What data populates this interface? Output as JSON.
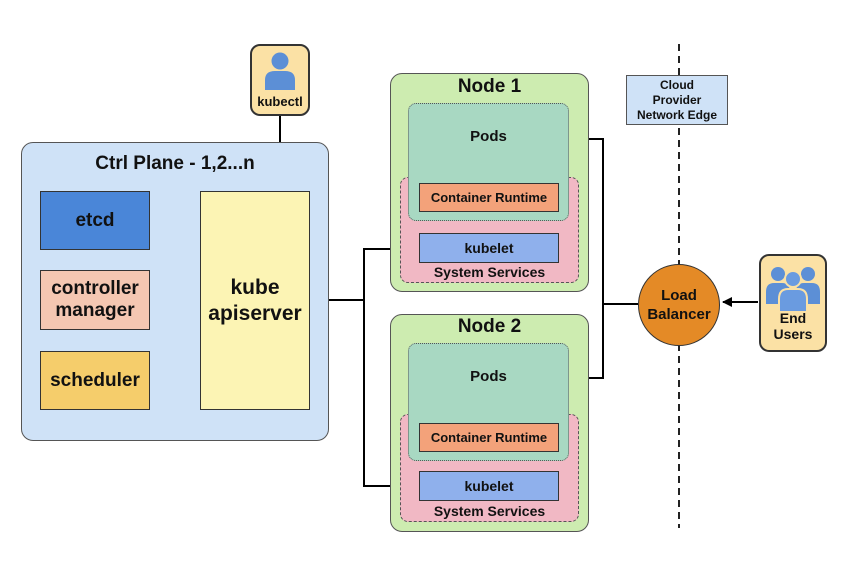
{
  "control_plane": {
    "title": "Ctrl Plane - 1,2...n",
    "etcd": "etcd",
    "controller_manager": {
      "line1": "controller",
      "line2": "manager"
    },
    "scheduler": "scheduler",
    "apiserver": {
      "line1": "kube",
      "line2": "apiserver"
    }
  },
  "kubectl": {
    "label": "kubectl",
    "icon": "person-icon"
  },
  "nodes": [
    {
      "title": "Node 1",
      "pods": "Pods",
      "container_runtime": "Container Runtime",
      "kubelet": "kubelet",
      "system_services": "System Services"
    },
    {
      "title": "Node 2",
      "pods": "Pods",
      "container_runtime": "Container Runtime",
      "kubelet": "kubelet",
      "system_services": "System Services"
    }
  ],
  "cloud_edge": {
    "line1": "Cloud",
    "line2": "Provider",
    "line3": "Network Edge"
  },
  "load_balancer": {
    "line1": "Load",
    "line2": "Balancer"
  },
  "end_users": {
    "line1": "End",
    "line2": "Users",
    "icon": "users-group-icon"
  },
  "colors": {
    "ctrl_plane_bg": "#cfe2f7",
    "etcd": "#4a86d8",
    "controller_manager": "#f4c7b2",
    "scheduler": "#f5cd6b",
    "apiserver": "#fcf4b4",
    "node_bg": "#cdecb0",
    "pods": "#a8d8c2",
    "system_services": "#f1b8c4",
    "container_runtime": "#f3a27a",
    "kubelet": "#8fb0ec",
    "load_balancer": "#e48a26",
    "user_badge": "#fbe1a5",
    "user_icon": "#5c8fd6"
  }
}
